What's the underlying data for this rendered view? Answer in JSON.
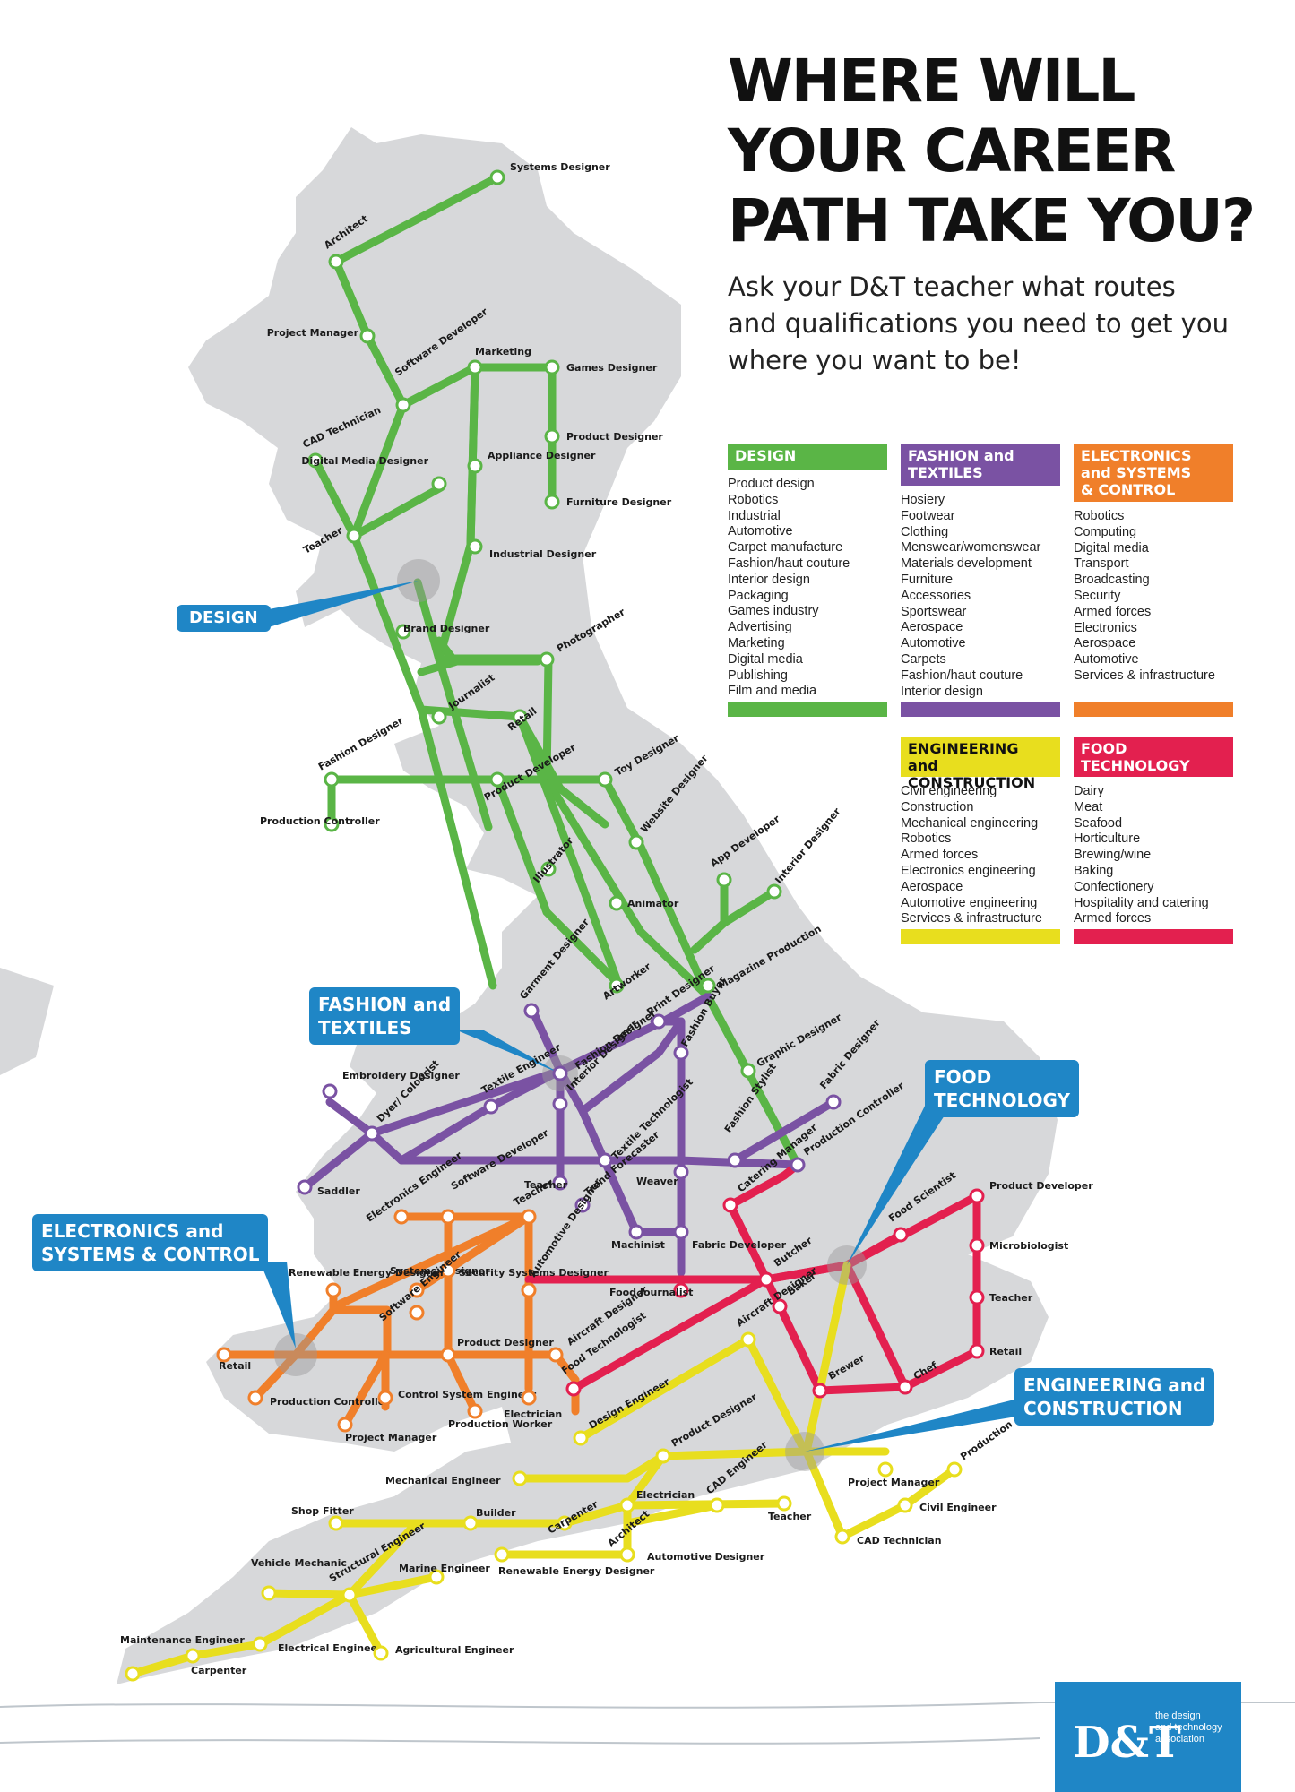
{
  "title_lines": [
    "WHERE WILL",
    "YOUR CAREER",
    "PATH TAKE YOU?"
  ],
  "subtitle": "Ask your D&T teacher what routes and qualifications you need to get you where you want to be!",
  "colors": {
    "design": "#5ab546",
    "fashion": "#7a52a3",
    "electronics": "#f07f2a",
    "engineering": "#e8de1e",
    "food": "#e3204f",
    "map": "#d7d8da",
    "callout": "#1f86c6"
  },
  "categories": [
    {
      "key": "design",
      "head": [
        "DESIGN"
      ],
      "items": [
        "Product design",
        "Robotics",
        "Industrial",
        "Automotive",
        "Carpet manufacture",
        "Fashion/haut couture",
        "Interior design",
        "Packaging",
        "Games industry",
        "Advertising",
        "Marketing",
        "Digital media",
        "Publishing",
        "Film and media"
      ]
    },
    {
      "key": "fashion",
      "head": [
        "FASHION and",
        "TEXTILES"
      ],
      "items": [
        "Hosiery",
        "Footwear",
        "Clothing",
        "Menswear/womenswear",
        "Materials development",
        "Furniture",
        "Accessories",
        "Sportswear",
        "Aerospace",
        "Automotive",
        "Carpets",
        "Fashion/haut couture",
        "Interior design"
      ]
    },
    {
      "key": "electronics",
      "head": [
        "ELECTRONICS",
        "and SYSTEMS",
        "& CONTROL"
      ],
      "items": [
        "Robotics",
        "Computing",
        "Digital media",
        "Transport",
        "Broadcasting",
        "Security",
        "Armed forces",
        "Electronics",
        "Aerospace",
        "Automotive",
        "Services & infrastructure"
      ]
    },
    {
      "key": "engineering",
      "head": [
        "ENGINEERING and",
        "CONSTRUCTION"
      ],
      "items": [
        "Civil engineering",
        "Construction",
        "Mechanical engineering",
        "Robotics",
        "Armed forces",
        "Electronics engineering",
        "Aerospace",
        "Automotive engineering",
        "Services & infrastructure"
      ]
    },
    {
      "key": "food",
      "head": [
        "FOOD",
        "TECHNOLOGY"
      ],
      "items": [
        "Dairy",
        "Meat",
        "Seafood",
        "Horticulture",
        "Brewing/wine",
        "Baking",
        "Confectionery",
        "Hospitality and catering",
        "Armed forces"
      ]
    }
  ],
  "callouts": {
    "design": [
      "DESIGN"
    ],
    "fashion": [
      "FASHION and",
      "TEXTILES"
    ],
    "electronics": [
      "ELECTRONICS and",
      "SYSTEMS & CONTROL"
    ],
    "food": [
      "FOOD",
      "TECHNOLOGY"
    ],
    "engineering": [
      "ENGINEERING and",
      "CONSTRUCTION"
    ]
  },
  "stations": {
    "design": [
      "Systems Designer",
      "Architect",
      "Project Manager",
      "Software Developer",
      "Marketing",
      "Games Designer",
      "Product Designer",
      "Appliance Designer",
      "Furniture Designer",
      "CAD Technician",
      "Digital Media Designer",
      "Teacher",
      "Industrial Designer",
      "Brand Designer",
      "Photographer",
      "Journalist",
      "Retail",
      "Fashion Designer",
      "Toy Designer",
      "Production Controller",
      "Product Developer",
      "Website Designer",
      "App Developer",
      "Interior Designer",
      "Illustrator",
      "Animator",
      "Magazine Production",
      "Artworker",
      "Graphic Designer"
    ],
    "fashion": [
      "Garment Designer",
      "Print Designer",
      "Fashion Buyer",
      "Fashion Designer",
      "Embroidery Designer",
      "Dyer/ Colourist",
      "Textile Engineer",
      "Interior Designer",
      "Textile Technologist",
      "Fabric Designer",
      "Fashion Stylist",
      "Weaver",
      "Saddler",
      "Teacher",
      "Trend Forecaster",
      "Machinist",
      "Fabric Developer",
      "Production Controller"
    ],
    "electronics": [
      "Software Developer",
      "Electronics Engineer",
      "Teacher",
      "Automotive Designer",
      "Systems Designer",
      "Security Systems Designer",
      "Renewable Energy Designer",
      "Software Engineer",
      "Product Designer",
      "Retail",
      "Production Controller",
      "Control System Engineer",
      "Project Manager",
      "Production Worker",
      "Electrician",
      "Aircraft Designer"
    ],
    "food": [
      "Product Developer",
      "Food Scientist",
      "Catering Manager",
      "Microbiologist",
      "Butcher",
      "Food Journalist",
      "Baker",
      "Teacher",
      "Food Technologist",
      "Chef",
      "Brewer",
      "Retail"
    ],
    "engineering": [
      "Aircraft Designer",
      "Design Engineer",
      "Product Designer",
      "Project Manager",
      "Production Controller",
      "Mechanical Engineer",
      "Electrician",
      "CAD Engineer",
      "Civil Engineer",
      "Teacher",
      "CAD Technician",
      "Shop Fitter",
      "Builder",
      "Carpenter",
      "Architect",
      "Automotive Designer",
      "Renewable Energy Designer",
      "Vehicle Mechanic",
      "Structural Engineer",
      "Marine Engineer",
      "Maintenance Engineer",
      "Electrical Engineer",
      "Agricultural Engineer",
      "Carpenter"
    ]
  },
  "logo": {
    "mark": "D&T",
    "tagline": [
      "the design",
      "and technology",
      "association"
    ]
  }
}
